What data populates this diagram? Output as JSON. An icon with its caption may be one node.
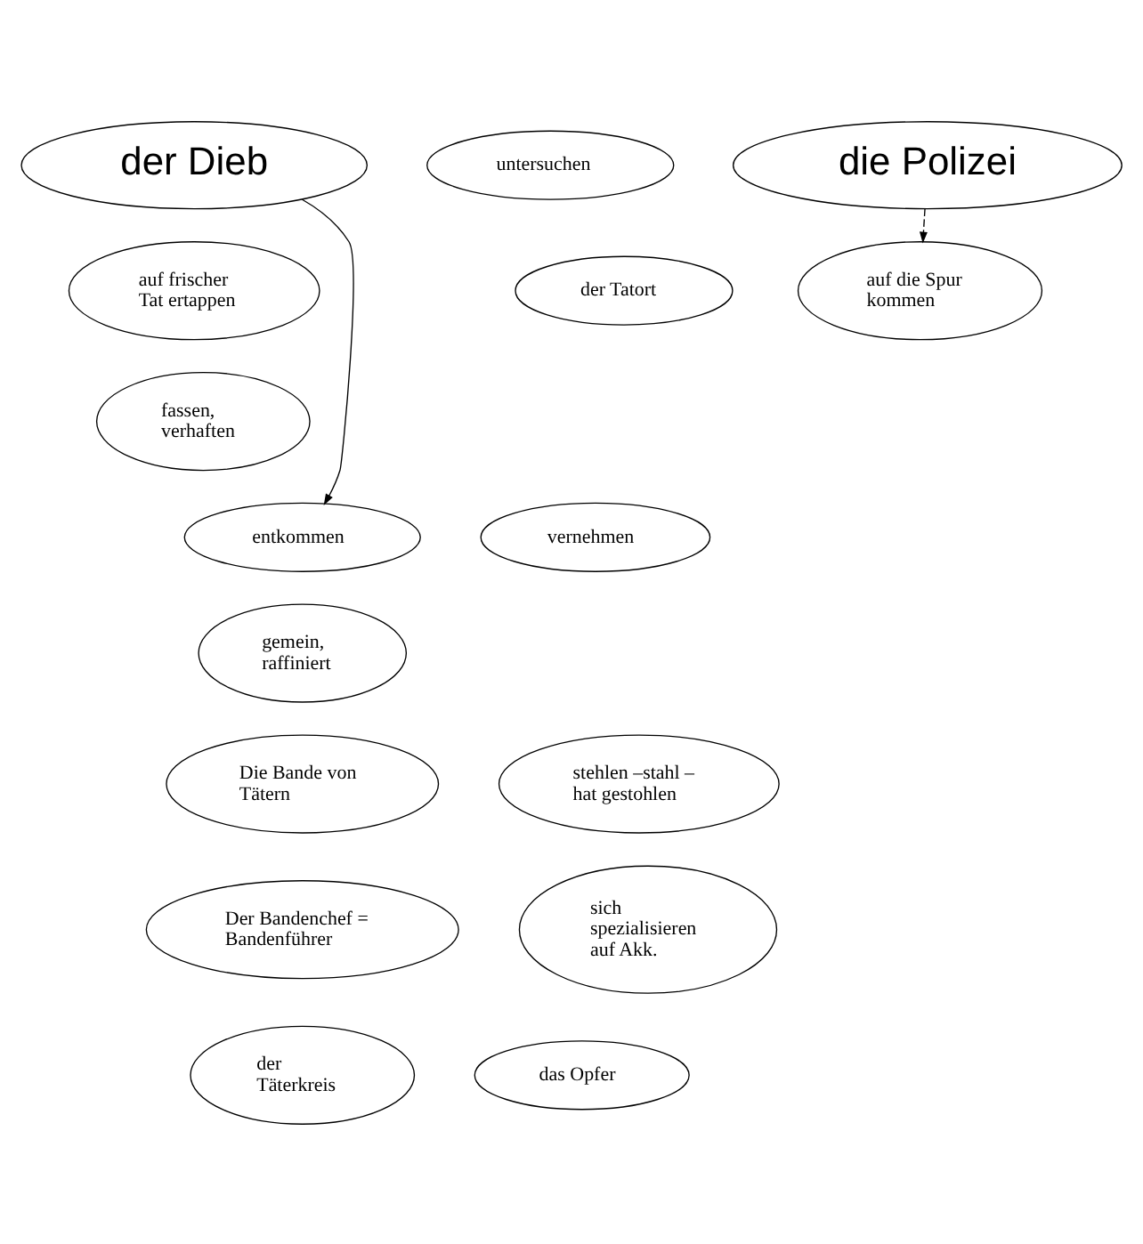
{
  "diagram": {
    "nodes": [
      {
        "text": [
          "der Dieb"
        ]
      },
      {
        "text": [
          "untersuchen"
        ]
      },
      {
        "text": [
          "die Polizei"
        ]
      },
      {
        "text": [
          "der Tatort"
        ]
      },
      {
        "text": [
          "auf frischer Tat ertappen"
        ]
      },
      {
        "text": [
          "auf die Spur kommen"
        ]
      },
      {
        "text": [
          "fassen, verhaften"
        ]
      },
      {
        "text": [
          "entkommen"
        ]
      },
      {
        "text": [
          "vernehmen"
        ]
      },
      {
        "text": [
          "gemein, raffiniert"
        ]
      },
      {
        "text": [
          "Die Bande von Tätern"
        ]
      },
      {
        "text": [
          "stehlen –stahl – hat gestohlen"
        ]
      },
      {
        "text": [
          "sich spezialisieren auf Akk."
        ]
      },
      {
        "text": [
          "Der Bandenchef = Bandenführer"
        ]
      },
      {
        "text": [
          "das Opfer"
        ]
      },
      {
        "text": [
          "der Täterkreis"
        ]
      }
    ],
    "edges": [
      {
        "from": 0,
        "to": 7,
        "arrow": "to"
      },
      {
        "from": 2,
        "to": 5,
        "arrow": "to",
        "style": "dashed"
      }
    ]
  }
}
